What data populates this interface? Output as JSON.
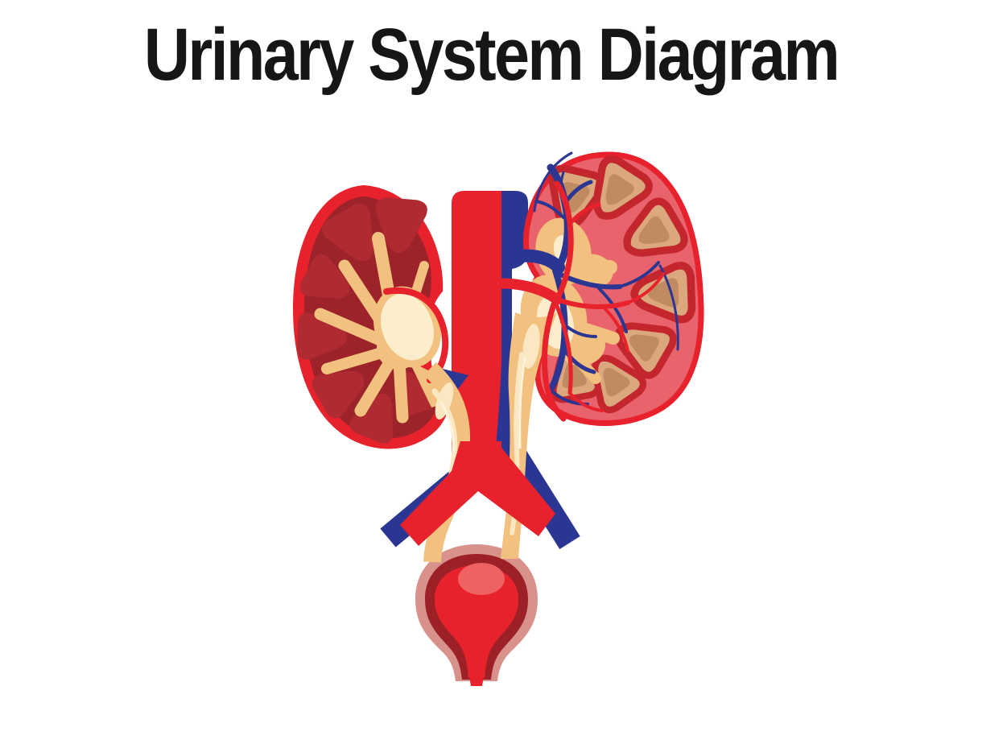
{
  "title": "Urinary System Diagram",
  "colors": {
    "background": "#ffffff",
    "title_text": "#161616",
    "artery_red": "#e8222c",
    "vein_blue": "#2b3692",
    "kidney_dark_red": "#9c2329",
    "pyramid_dark_red": "#b02a32",
    "kidney_salmon": "#e9636c",
    "pyramid_ring_red": "#c4262d",
    "pyramid_tan_light": "#dba87e",
    "pyramid_tan": "#c08a63",
    "ureter_tan": "#f2c07f",
    "ureter_highlight": "#fbe7c1",
    "ureter_streak": "#fdf3dd",
    "pelvis_cream": "#fcedcd",
    "bladder_wall_pink": "#d9918b",
    "bladder_wall_dark": "#9c2127",
    "bladder_highlight": "#ef6262"
  },
  "parts": [
    "left-kidney-cross-section",
    "right-kidney-vascular-view",
    "abdominal-aorta",
    "inferior-vena-cava",
    "renal-artery",
    "renal-vein",
    "renal-pelvis",
    "renal-pyramids",
    "renal-calyces",
    "left-ureter",
    "right-ureter",
    "common-iliac-arteries",
    "common-iliac-veins",
    "urinary-bladder",
    "urethra"
  ]
}
